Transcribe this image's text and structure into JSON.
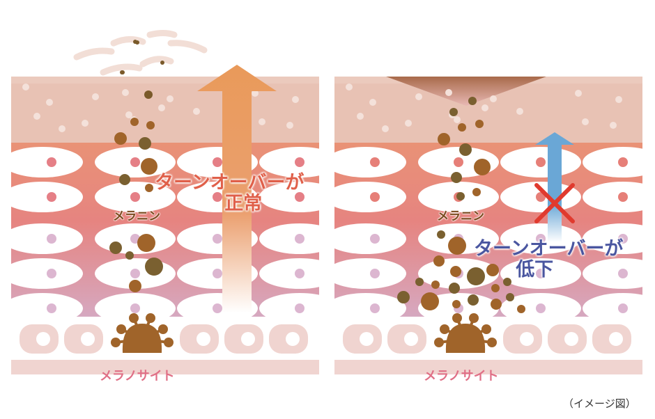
{
  "left_panel": {
    "turnover_line1": "ターンオーバーが",
    "turnover_line2": "正常",
    "melanin_label": "メラニン",
    "melanocyte_label": "メラノサイト"
  },
  "right_panel": {
    "turnover_line1": "ターンオーバーが",
    "turnover_line2": "低下",
    "melanin_label": "メラニン",
    "melanocyte_label": "メラノサイト"
  },
  "note": "（イメージ図）",
  "colors": {
    "normal_text": "#e0604a",
    "reduced_text": "#4a56a0",
    "normal_arrow": "#e99a5a",
    "reduced_arrow": "#6aa7d6",
    "cross": "#e03a2e",
    "melanin": "#a0642a"
  }
}
